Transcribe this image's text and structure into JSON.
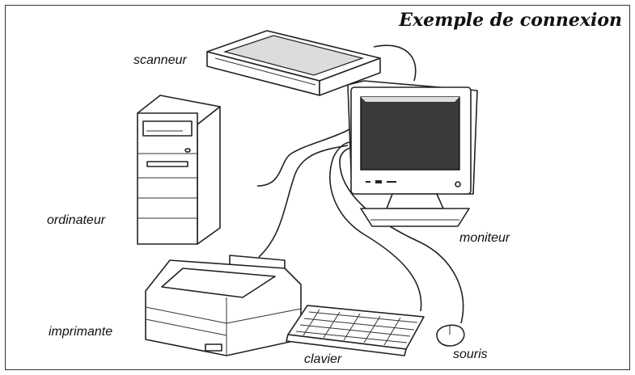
{
  "title": "Exemple de connexion",
  "labels": {
    "scanner": "scanneur",
    "computer": "ordinateur",
    "monitor": "moniteur",
    "printer": "imprimante",
    "keyboard": "clavier",
    "mouse": "souris"
  }
}
